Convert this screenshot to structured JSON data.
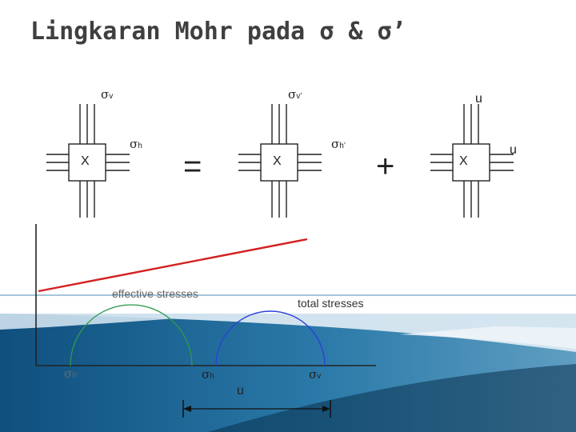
{
  "title": "Lingkaran Mohr pada σ & σ’",
  "element_label": "X",
  "sigma": "σ",
  "labels": {
    "sigma_v_sub": "v",
    "sigma_v_eff_sub": "v’",
    "sigma_h_sub": "h",
    "sigma_h_eff_sub": "h’",
    "pore_pressure": "u"
  },
  "operators": {
    "equals": "=",
    "plus": "+"
  },
  "mohr": {
    "effective_caption": "effective stresses",
    "total_caption": "total stresses",
    "sigma_h_eff_sub": "h’",
    "sigma_h_sub": "h",
    "sigma_v_sub": "v",
    "u_label": "u"
  },
  "colors": {
    "failure_line": "#d42020",
    "effective_circle": "#2e9a4a",
    "total_circle": "#2d3fd8",
    "band_dark": "#1a5a86",
    "band_light": "#9ec3d8"
  }
}
